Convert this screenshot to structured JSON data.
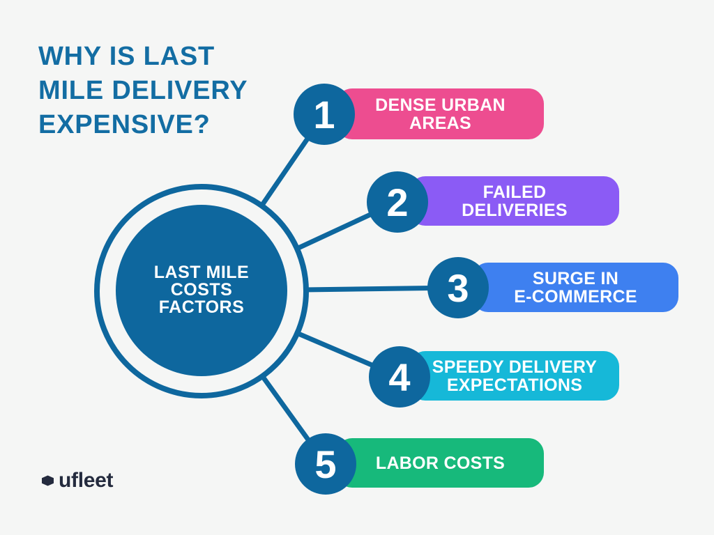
{
  "title": "WHY IS LAST\nMILE DELIVERY\nEXPENSIVE?",
  "center_circle": {
    "label": "LAST MILE\nCOSTS\nFACTORS"
  },
  "factors": [
    {
      "number": "1",
      "label": "DENSE URBAN\nAREAS",
      "color": "#ED4D90"
    },
    {
      "number": "2",
      "label": "FAILED\nDELIVERIES",
      "color": "#8B5BF5"
    },
    {
      "number": "3",
      "label": "SURGE IN\nE-COMMERCE",
      "color": "#3E80F0"
    },
    {
      "number": "4",
      "label": "SPEEDY DELIVERY\nEXPECTATIONS",
      "color": "#16B8D8"
    },
    {
      "number": "5",
      "label": "LABOR COSTS",
      "color": "#17B97B"
    }
  ],
  "logo": {
    "name": "ufleet",
    "icon": "hexagon-icon"
  },
  "colors": {
    "background": "#F5F6F5",
    "primary-blue": "#0E679E",
    "title-blue": "#136DA3",
    "text-white": "#FFFFFF",
    "logo-navy": "#242B3E"
  }
}
